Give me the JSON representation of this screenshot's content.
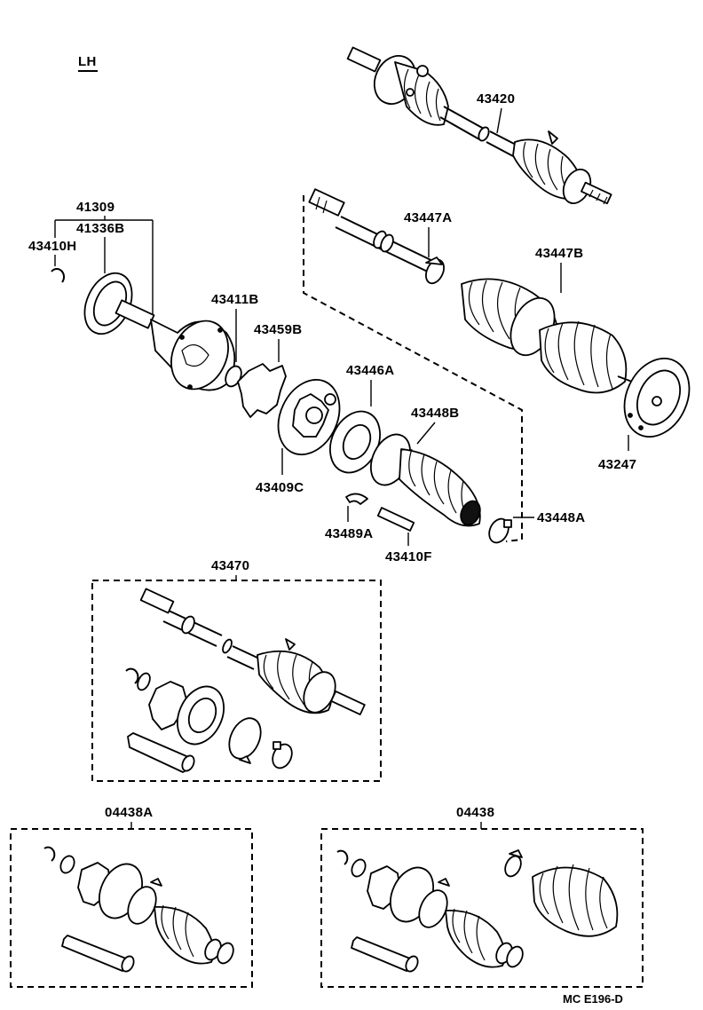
{
  "side_marker": "LH",
  "parts": {
    "p43420": "43420",
    "p41309": "41309",
    "p41336B": "41336B",
    "p43410H": "43410H",
    "p43447A": "43447A",
    "p43447B": "43447B",
    "p43411B": "43411B",
    "p43459B": "43459B",
    "p43446A": "43446A",
    "p43448B": "43448B",
    "p43247": "43247",
    "p43409C": "43409C",
    "p43448A": "43448A",
    "p43489A": "43489A",
    "p43410F": "43410F",
    "p43470": "43470",
    "p04438A": "04438A",
    "p04438": "04438"
  },
  "footer_code": "MC  E196-D"
}
